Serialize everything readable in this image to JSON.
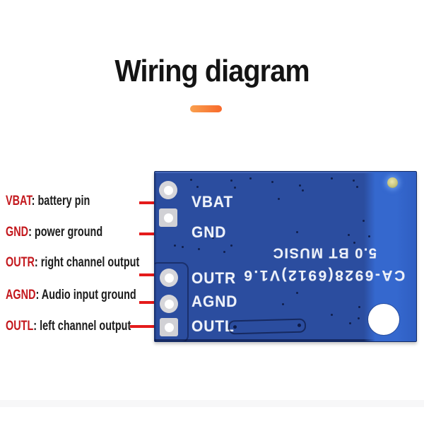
{
  "title": "Wiring diagram",
  "annotations": [
    {
      "term": "VBAT",
      "desc": ": battery pin"
    },
    {
      "term": "GND",
      "desc": ": power ground"
    },
    {
      "term": "OUTR",
      "desc": ": right channel output"
    },
    {
      "term": "AGND",
      "desc": ": Audio input ground"
    },
    {
      "term": "OUTL",
      "desc": ": left channel output"
    }
  ],
  "board": {
    "pins": [
      {
        "label": "VBAT",
        "pad_shape": "round"
      },
      {
        "label": "GND",
        "pad_shape": "square"
      },
      {
        "label": "OUTR",
        "pad_shape": "round"
      },
      {
        "label": "AGND",
        "pad_shape": "round"
      },
      {
        "label": "OUTL",
        "pad_shape": "square"
      }
    ],
    "silkscreen": {
      "model": "CA-6928(6912)V1.6",
      "product": "5.0 BT MUSIC"
    },
    "colors": {
      "pcb_blue": "#2b4d9f",
      "pcb_bright_blue": "#3568ce",
      "silkscreen_white": "#eef2fa",
      "arrow_red": "#e41b1b",
      "annotation_red": "#c3171c",
      "accent_orange_start": "#f9a04e",
      "accent_orange_end": "#f8692b"
    }
  }
}
